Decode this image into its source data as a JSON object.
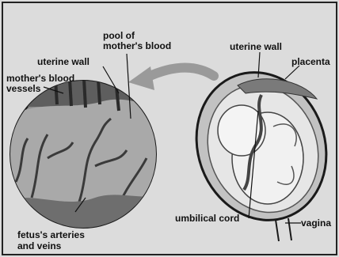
{
  "labels": {
    "pool_line1": "pool of",
    "pool_line2": "mother's blood",
    "uterine_wall_left": "uterine wall",
    "mothers_vessels_line1": "mother's blood",
    "mothers_vessels_line2": "vessels",
    "fetus_vessels_line1": "fetus's arteries",
    "fetus_vessels_line2": "and veins",
    "uterine_wall_right": "uterine wall",
    "placenta": "placenta",
    "umbilical_cord": "umbilical cord",
    "vagina": "vagina"
  },
  "colors": {
    "background": "#dcdcdc",
    "frame": "#222222",
    "arrow": "#9a9a9a",
    "tissue_dark": "#6b6b6b",
    "tissue_light": "#a8a8a8"
  }
}
